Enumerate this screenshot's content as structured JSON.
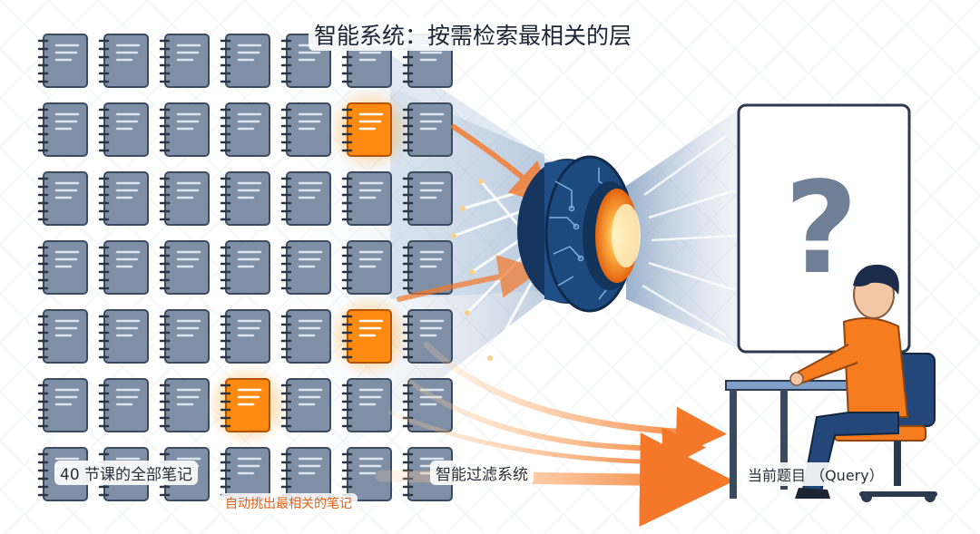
{
  "title": "智能系统：按需检索最相关的层",
  "labels": {
    "all_notes": "40 节课的全部笔记",
    "auto_pick": "自动挑出最相关的笔记",
    "filter": "智能过滤系统",
    "query": "当前题目 （Query）"
  },
  "board": {
    "symbol": "?"
  },
  "notes_grid": {
    "columns": 7,
    "rows": 7,
    "highlighted": [
      [
        1,
        5
      ],
      [
        4,
        5
      ],
      [
        5,
        3
      ]
    ]
  },
  "colors": {
    "notebook": "#7f90a6",
    "notebook_border": "#3c4b60",
    "highlight": "#ff8a12",
    "lens_blue": "#1f4f86",
    "lens_glow": "#ff9a20",
    "arrow_orange": "#f5782a",
    "person_shirt": "#f57c1f",
    "person_pants": "#24477a",
    "desk": "#3a4a5e"
  },
  "icons": [
    "notebook-icon",
    "filter-lens-icon",
    "question-mark-icon",
    "person-icon",
    "desk-icon",
    "chair-icon"
  ]
}
